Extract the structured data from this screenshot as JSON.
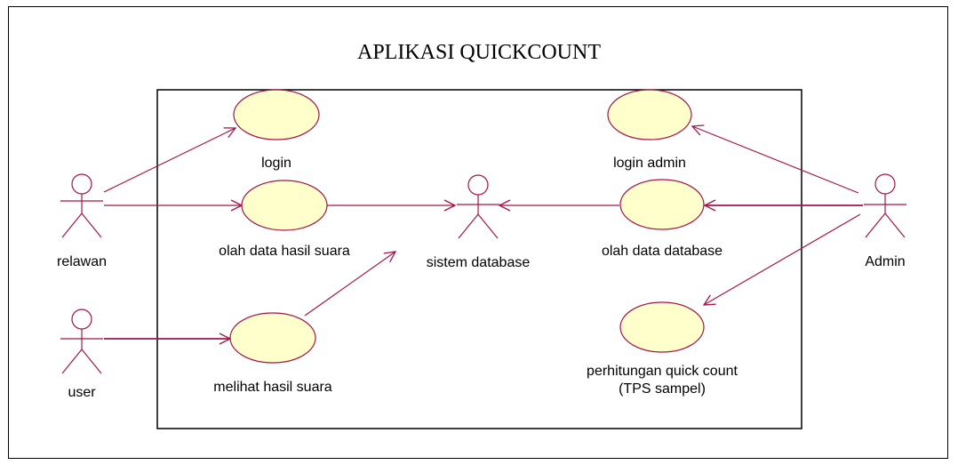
{
  "title": "APLIKASI QUICKCOUNT",
  "colors": {
    "line": "#a3164a",
    "usecase_fill": "#ffffcc",
    "usecase_stroke": "#a3164a",
    "boundary": "#000000"
  },
  "actors": {
    "relawan": "relawan",
    "user": "user",
    "admin": "Admin",
    "sistem_database": "sistem database"
  },
  "usecases": {
    "login": "login",
    "olah_data_hasil_suara": "olah data hasil suara",
    "melihat_hasil_suara": "melihat hasil suara",
    "login_admin": "login admin",
    "olah_data_database": "olah data database",
    "perhitungan_line1": "perhitungan quick count",
    "perhitungan_line2": "(TPS sampel)"
  }
}
